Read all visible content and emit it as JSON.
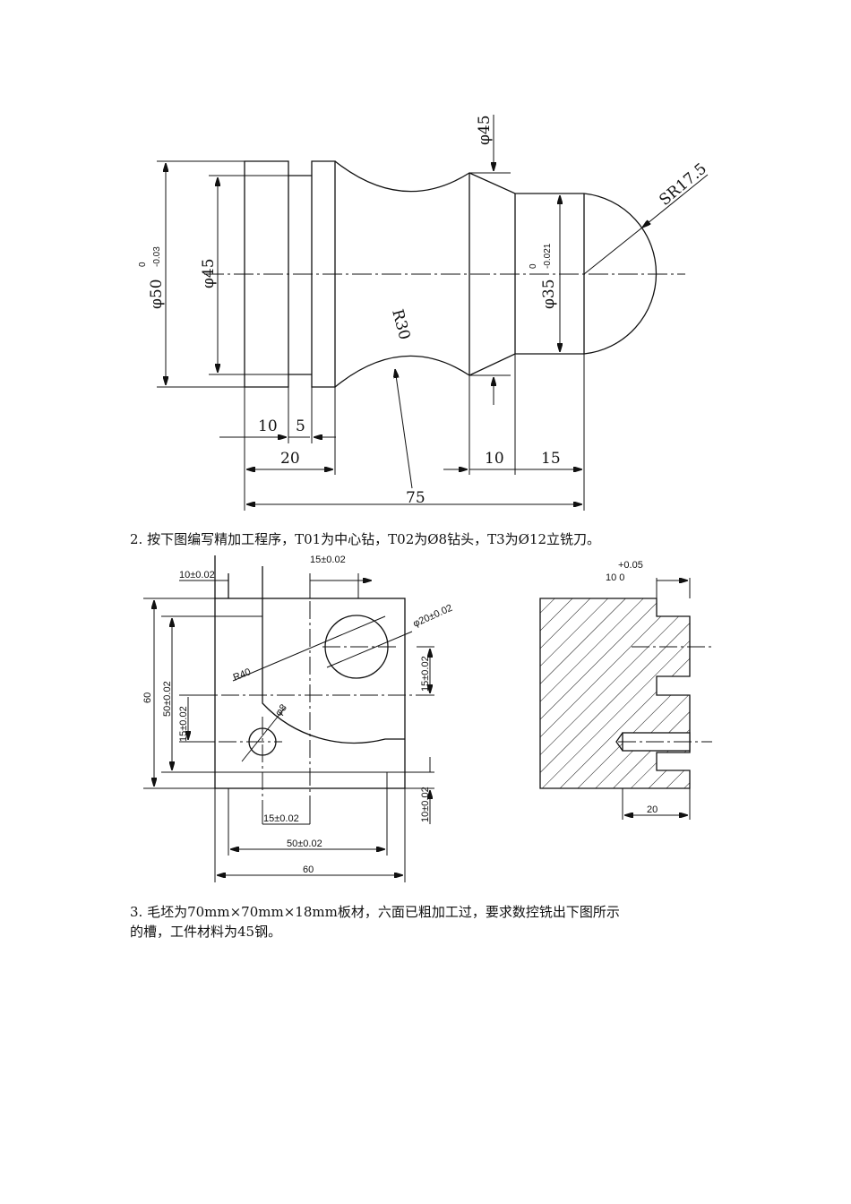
{
  "question2": "2. 按下图编写精加工程序，T01为中心钻，T02为Ø8钻头，T3为Ø12立铣刀。",
  "question3_line1": "3. 毛坯为70mm×70mm×18mm板材，六面已粗加工过，要求数控铣出下图所示",
  "question3_line2": "的槽，工件材料为45钢。",
  "drawing1": {
    "phi50": "φ50",
    "phi50_tol_upper": "0",
    "phi50_tol_lower": "-0.03",
    "phi45_left": "φ45",
    "phi45_top": "φ45",
    "sr": "SR17.5",
    "phi35": "φ35",
    "phi35_tol_upper": "0",
    "phi35_tol_lower": "-0.021",
    "r30": "R30",
    "d10a": "10",
    "d5": "5",
    "d20": "20",
    "d10b": "10",
    "d15": "15",
    "d75": "75"
  },
  "drawing2": {
    "d10": "10±0.02",
    "d15top": "15±0.02",
    "phi20": "φ20±0.02",
    "r40": "R40",
    "d15right": "15±0.02",
    "d50left": "50±0.02",
    "d60left": "60",
    "d15left": "15±0.02",
    "phi8": "φ8",
    "d15bottom": "15±0.02",
    "d10right": "10±0.02",
    "d50bottom": "50±0.02",
    "d60bottom": "60",
    "tol_upper": "+0.05",
    "slot": "10  0",
    "d20": "20"
  }
}
